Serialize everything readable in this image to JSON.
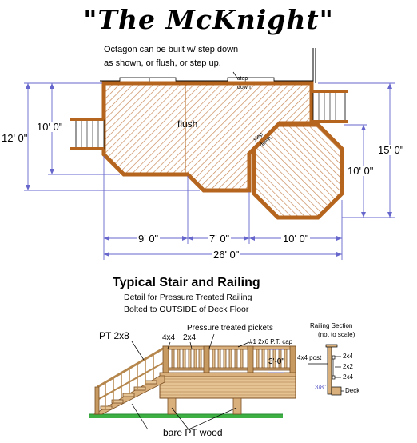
{
  "title": "\"The McKnight\"",
  "plan": {
    "note_line1": "Octagon can be built w/ step down",
    "note_line2": "as shown, or flush, or step up.",
    "step_label_1": "step",
    "step_label_2": "down",
    "flush_label": "flush",
    "octagon_tag_1": "step",
    "octagon_tag_2": "down",
    "dims": {
      "left_10": "10' 0\"",
      "left_12": "12' 0\"",
      "right_10": "10' 0\"",
      "right_15": "15' 0\"",
      "bottom_9": "9' 0\"",
      "bottom_7": "7' 0\"",
      "bottom_10": "10' 0\"",
      "bottom_26": "26' 0\""
    }
  },
  "detail": {
    "heading": "Typical Stair and Railing",
    "sub1": "Detail for Pressure Treated Railing",
    "sub2": "Bolted to OUTSIDE of Deck Floor",
    "label_pt2x8": "PT 2x8",
    "label_4x4": "4x4",
    "label_2x4": "2x4",
    "label_pickets": "Pressure treated pickets",
    "label_cap": "#1 2x6 P.T. cap",
    "label_height": "3'-0\"",
    "label_bare": "bare PT wood",
    "section_title": "Railing Section",
    "section_sub": "(not to scale)",
    "section_post": "4x4 post",
    "section_2x4a": "2x4",
    "section_2x2": "2x2",
    "section_2x4b": "2x4",
    "section_deck": "Deck",
    "section_bolt": "3/8\""
  },
  "colors": {
    "deck_border": "#b5651d",
    "hatch": "#c98a5a",
    "grass": "#3cb043",
    "dimension_line": "#6666cc",
    "wood": "#d9b07c"
  }
}
